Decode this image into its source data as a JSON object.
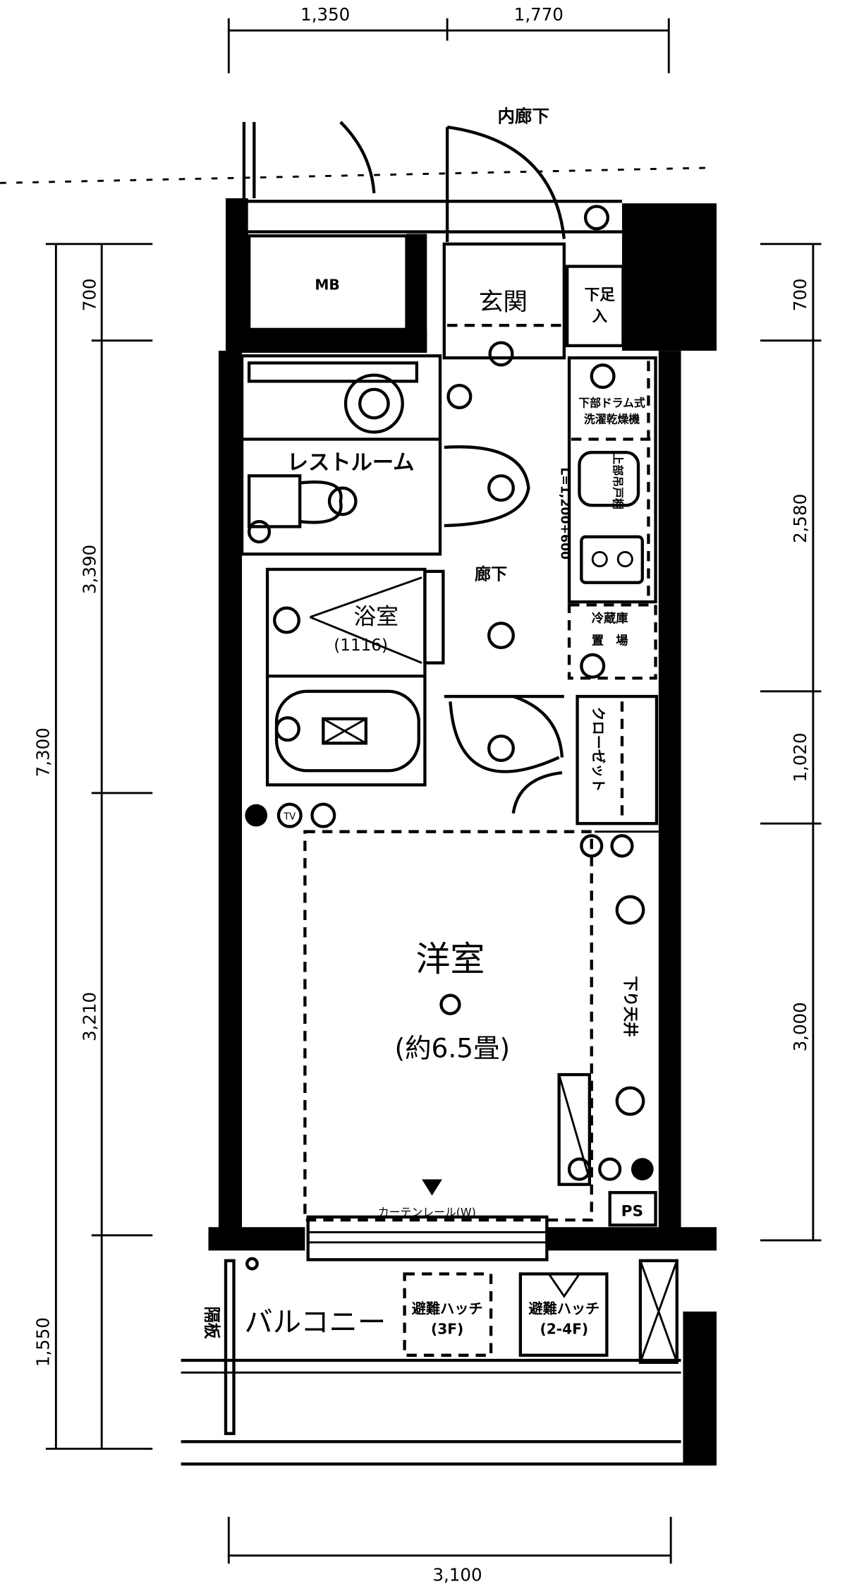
{
  "dimensions": {
    "top": [
      "1,350",
      "1,770"
    ],
    "bottom": "3,100",
    "left_total": "7,300",
    "left": [
      "700",
      "3,390",
      "3,210",
      "1,550"
    ],
    "right": [
      "700",
      "2,580",
      "1,020",
      "3,000"
    ]
  },
  "rooms": {
    "inner_corridor": "内廊下",
    "mb": "MB",
    "entrance": "玄関",
    "shoe_box_1": "下足",
    "shoe_box_2": "入",
    "restroom": "レストルーム",
    "bathroom": "浴室",
    "bathroom_size": "(1116)",
    "hallway": "廊下",
    "kitchen_length": "L=1,200+600",
    "washer_1": "下部ドラム式",
    "washer_2": "洗濯乾燥機",
    "range_hood": "上部吊戸棚",
    "fridge_1": "冷蔵庫",
    "fridge_2": "置　場",
    "closet": "クローゼット",
    "western_room": "洋室",
    "western_room_size": "(約6.5畳)",
    "lowered_ceiling": "下り天井",
    "curtain_rail": "カーテンレール(W)",
    "ps": "PS",
    "balcony": "バルコニー",
    "partition": "隔板",
    "hatch_3f_1": "避難ハッチ",
    "hatch_3f_2": "(3F)",
    "hatch_24f_1": "避難ハッチ",
    "hatch_24f_2": "(2-4F)",
    "tv": "TV"
  }
}
